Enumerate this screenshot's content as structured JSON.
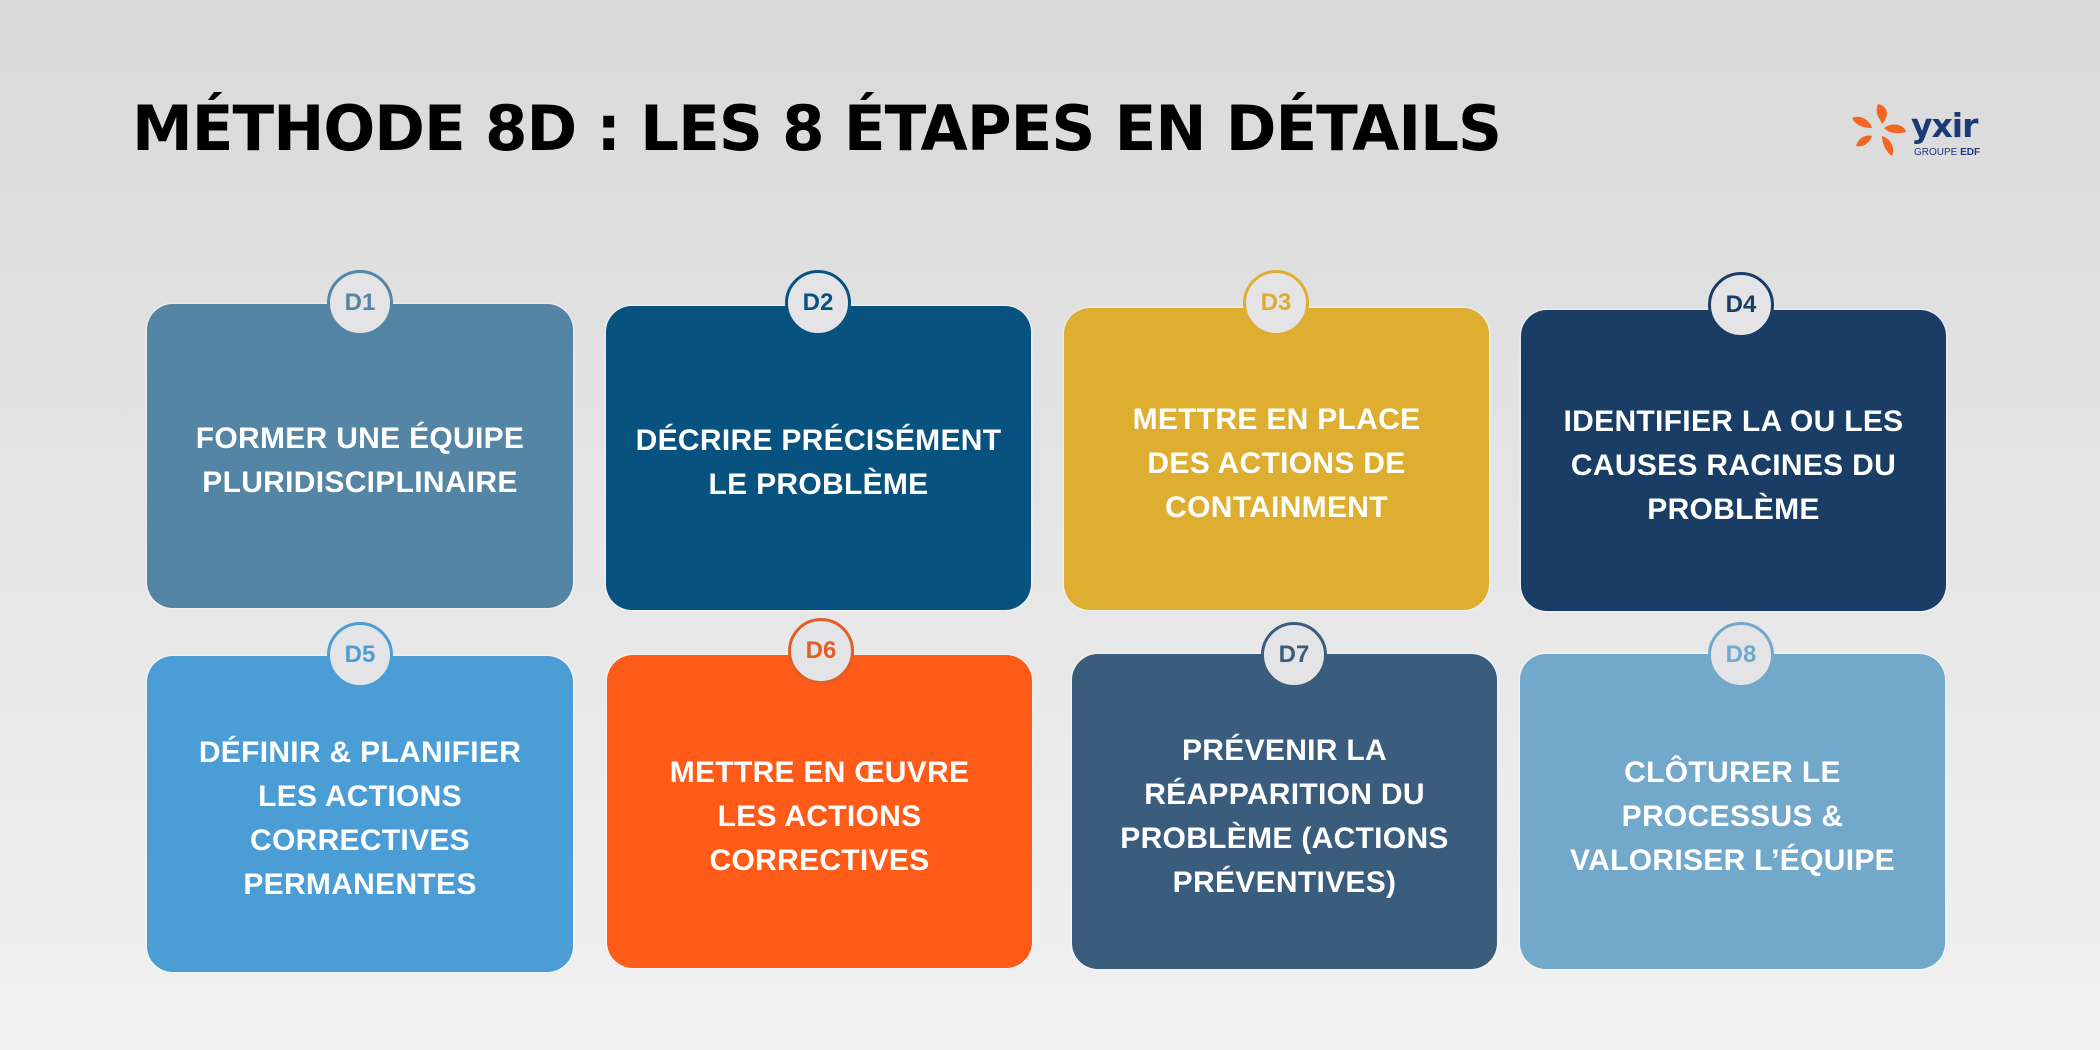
{
  "header": {
    "title": "MÉTHODE 8D : LES 8 ÉTAPES EN DÉTAILS"
  },
  "logo": {
    "wordmark": "yxir",
    "subtitle_prefix": "GROUPE ",
    "subtitle_brand": "EDF",
    "mark_color": "#f26522",
    "text_color": "#1c3a78"
  },
  "steps": [
    {
      "id": "D1",
      "label": "FORMER UNE ÉQUIPE\nPLURIDISCIPLINAIRE",
      "color": "#5585a5",
      "badge_color": "#5585a5"
    },
    {
      "id": "D2",
      "label": "DÉCRIRE PRÉCISÉMENT\nLE PROBLÈME",
      "color": "#08527f",
      "badge_color": "#08527f"
    },
    {
      "id": "D3",
      "label": "METTRE EN PLACE\nDES ACTIONS DE\nCONTAINMENT",
      "color": "#ddae30",
      "badge_color": "#ddae30"
    },
    {
      "id": "D4",
      "label": "IDENTIFIER LA OU LES\nCAUSES RACINES DU\nPROBLÈME",
      "color": "#193d65",
      "badge_color": "#193d65"
    },
    {
      "id": "D5",
      "label": "DÉFINIR & PLANIFIER\nLES ACTIONS\nCORRECTIVES\nPERMANENTES",
      "color": "#4b9dd6",
      "badge_color": "#4b9dd6"
    },
    {
      "id": "D6",
      "label": "METTRE EN ŒUVRE\nLES ACTIONS\nCORRECTIVES",
      "color": "#fe5a18",
      "badge_color": "#e35d24"
    },
    {
      "id": "D7",
      "label": "PRÉVENIR LA\nRÉAPPARITION DU\nPROBLÈME (ACTIONS\nPRÉVENTIVES)",
      "color": "#3a5c7d",
      "badge_color": "#3a5c7d"
    },
    {
      "id": "D8",
      "label": "CLÔTURER LE\nPROCESSUS &\nVALORISER L’ÉQUIPE",
      "color": "#72a8ca",
      "badge_color": "#72a8ca"
    }
  ]
}
